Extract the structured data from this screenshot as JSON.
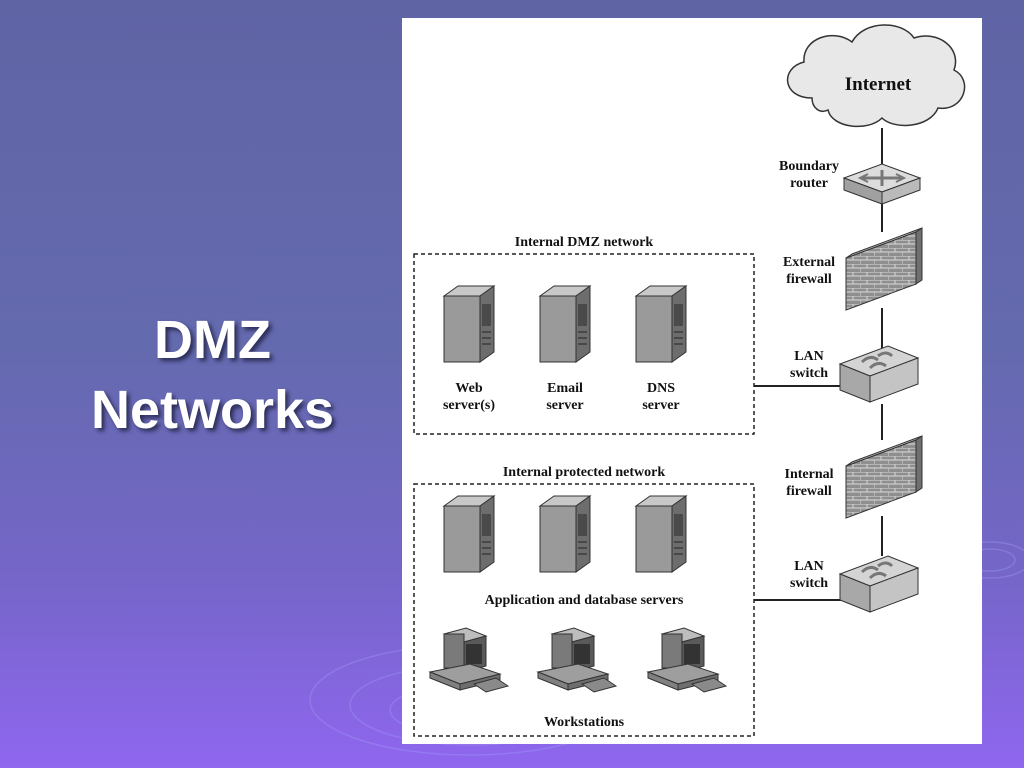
{
  "slide": {
    "title_line1": "DMZ",
    "title_line2": "Networks"
  },
  "diagram": {
    "internet": "Internet",
    "boundary_router": [
      "Boundary",
      "router"
    ],
    "external_firewall": [
      "External",
      "firewall"
    ],
    "lan_switch_dmz": [
      "LAN",
      "switch"
    ],
    "internal_firewall": [
      "Internal",
      "firewall"
    ],
    "lan_switch_protected": [
      "LAN",
      "switch"
    ],
    "dmz_zone": {
      "title": "Internal DMZ network",
      "servers": [
        {
          "label": [
            "Web",
            "server(s)"
          ]
        },
        {
          "label": [
            "Email",
            "server"
          ]
        },
        {
          "label": [
            "DNS",
            "server"
          ]
        }
      ]
    },
    "protected_zone": {
      "title": "Internal protected network",
      "servers_caption": "Application and database servers",
      "workstations_caption": "Workstations"
    },
    "colors": {
      "line": "#222222",
      "device_fill": "#9a9a9a",
      "device_dark": "#6d6d6d",
      "firewall_brick": "#8c8c8c"
    }
  }
}
